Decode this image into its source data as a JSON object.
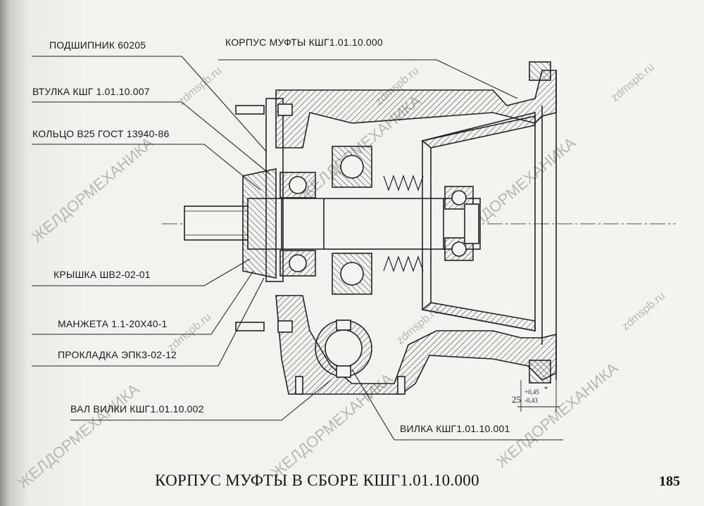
{
  "labels": {
    "bearing": "ПОДШИПНИК 60205",
    "bushing": "ВТУЛКА КШГ 1.01.10.007",
    "ring": "КОЛЬЦО В25 ГОСТ 13940-86",
    "cover": "КРЫШКА ШВ2-02-01",
    "cuff": "МАНЖЕТА 1.1-20Х40-1",
    "gasket": "ПРОКЛАДКА ЭПКЗ-02-12",
    "fork_shaft": "ВАЛ ВИЛКИ КШГ1.01.10.002",
    "housing": "КОРПУС МУФТЫ КШГ1.01.10.000",
    "fork": "ВИЛКА КШГ1.01.10.001"
  },
  "dimension": {
    "value": "25",
    "tol_upper": "+0,45",
    "tol_lower": "-0,43",
    "mark": "*"
  },
  "caption": "КОРПУС МУФТЫ В СБОРЕ КШГ1.01.10.000",
  "page_number": "185",
  "watermarks": {
    "site": "zdmspb.ru",
    "brand": "ЖЕЛДОРМЕХАНИКА"
  }
}
